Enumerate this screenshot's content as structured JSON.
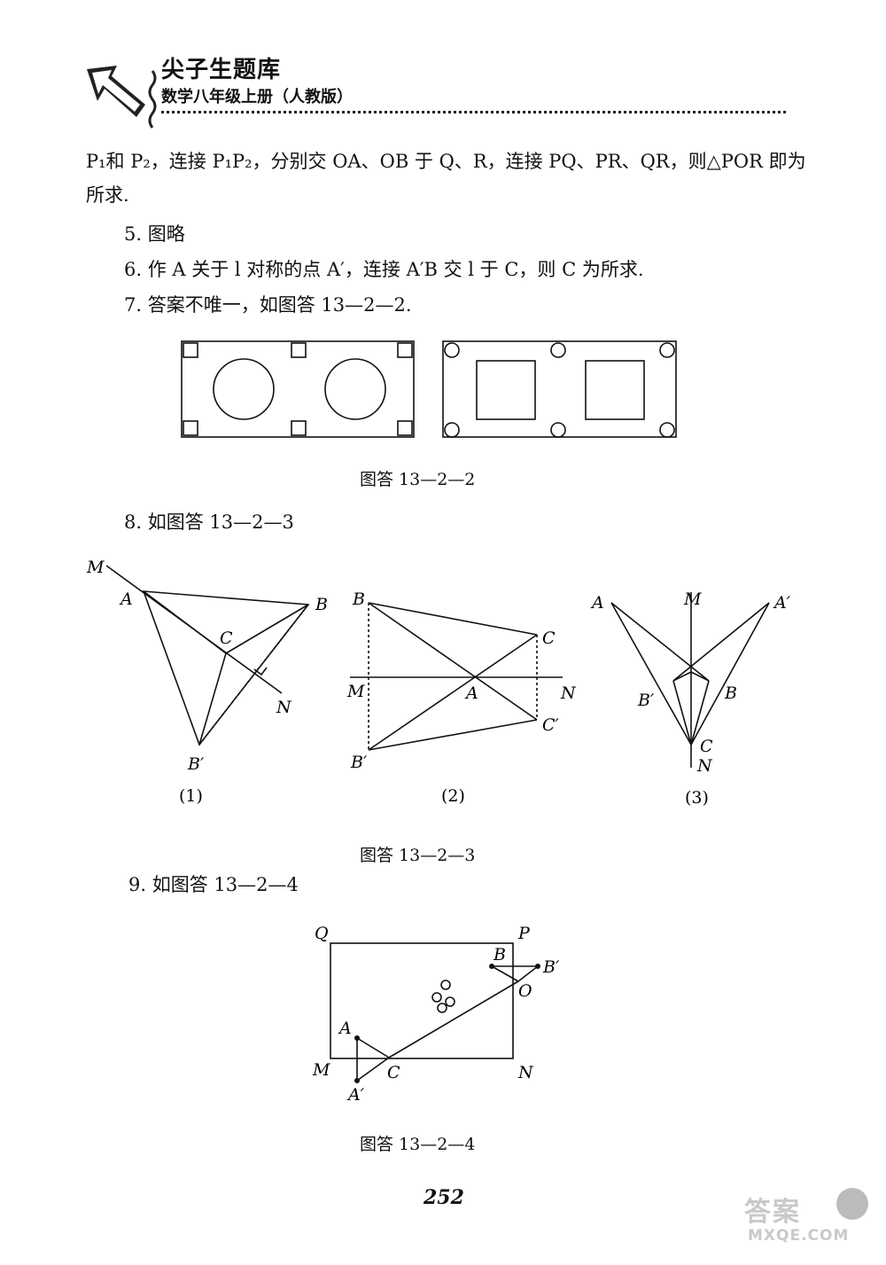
{
  "header": {
    "series": "尖子生题库",
    "subtitle": "数学八年级上册（人教版）"
  },
  "body": {
    "line1": "P₁和 P₂，连接 P₁P₂，分别交 OA、OB 于 Q、R，连接 PQ、PR、QR，则△POR 即为",
    "line2": "所求.",
    "item5": "5. 图略",
    "item6": "6. 作 A 关于 l 对称的点 A′，连接 A′B 交 l 于 C，则 C 为所求.",
    "item7": "7. 答案不唯一，如图答 13—2—2.",
    "fig2_caption": "图答 13—2—2",
    "item8": "8. 如图答 13—2—3",
    "fig3_sub1": "(1)",
    "fig3_sub2": "(2)",
    "fig3_sub3": "(3)",
    "fig3_caption": "图答 13—2—3",
    "item9": "9. 如图答 13—2—4",
    "fig4_caption": "图答 13—2—4"
  },
  "fig3_labels": {
    "p1": {
      "M": "M",
      "A": "A",
      "B": "B",
      "C": "C",
      "N": "N",
      "Bp": "B′"
    },
    "p2": {
      "B": "B",
      "C": "C",
      "M": "M",
      "A": "A",
      "N": "N",
      "Cp": "C′",
      "Bp": "B′"
    },
    "p3": {
      "A": "A",
      "M": "M",
      "Ap": "A′",
      "Bp": "B′",
      "B": "B",
      "C": "C",
      "N": "N"
    }
  },
  "fig4_labels": {
    "Q": "Q",
    "P": "P",
    "B": "B",
    "Bp": "B′",
    "O": "O",
    "A": "A",
    "M": "M",
    "C": "C",
    "N": "N",
    "Ap": "A′"
  },
  "page_number": "252",
  "watermark": "答案圈 MXQE.COM"
}
